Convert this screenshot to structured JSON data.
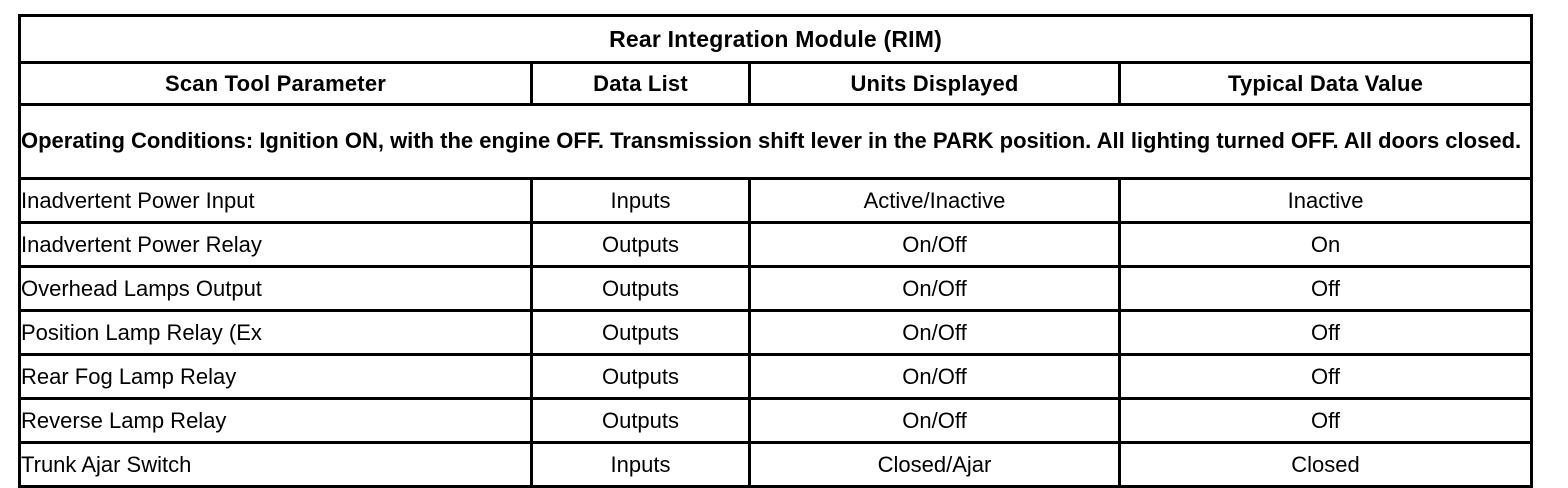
{
  "table": {
    "title": "Rear Integration Module (RIM)",
    "columns": [
      "Scan Tool Parameter",
      "Data List",
      "Units Displayed",
      "Typical Data Value"
    ],
    "operating_conditions": "Operating Conditions: Ignition ON, with the engine OFF. Transmission shift lever in the PARK position. All lighting turned OFF. All doors closed.",
    "rows": [
      {
        "parameter": "Inadvertent Power Input",
        "data_list": "Inputs",
        "units_displayed": "Active/Inactive",
        "typical_data_value": "Inactive"
      },
      {
        "parameter": "Inadvertent Power Relay",
        "data_list": "Outputs",
        "units_displayed": "On/Off",
        "typical_data_value": "On"
      },
      {
        "parameter": "Overhead Lamps Output",
        "data_list": "Outputs",
        "units_displayed": "On/Off",
        "typical_data_value": "Off"
      },
      {
        "parameter": "Position Lamp Relay (Ex",
        "data_list": "Outputs",
        "units_displayed": "On/Off",
        "typical_data_value": "Off"
      },
      {
        "parameter": "Rear Fog Lamp Relay",
        "data_list": "Outputs",
        "units_displayed": "On/Off",
        "typical_data_value": "Off"
      },
      {
        "parameter": "Reverse Lamp Relay",
        "data_list": "Outputs",
        "units_displayed": "On/Off",
        "typical_data_value": "Off"
      },
      {
        "parameter": "Trunk Ajar Switch",
        "data_list": "Inputs",
        "units_displayed": "Closed/Ajar",
        "typical_data_value": "Closed"
      }
    ]
  },
  "colors": {
    "border": "#000000",
    "background": "#ffffff",
    "text": "#000000"
  }
}
